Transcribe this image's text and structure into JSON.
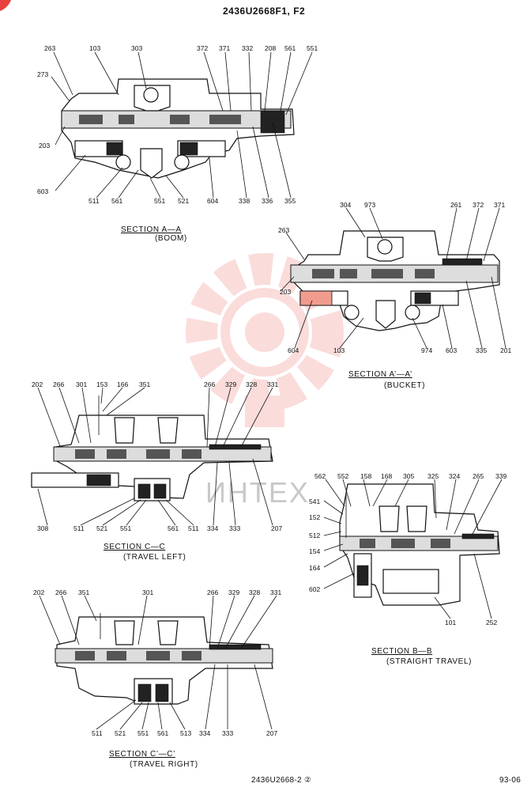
{
  "header": {
    "drawing_no": "2436U2668F1, F2"
  },
  "footer": {
    "drawing_ref": "2436U2668-2 ②",
    "page": "93-06"
  },
  "watermark": {
    "text": "ИНТЕХ",
    "color": "#e8433c"
  },
  "sections": {
    "aa": {
      "title": "SECTION  A—A",
      "subtitle": "(BOOM)",
      "callouts": [
        "263",
        "273",
        "203",
        "603",
        "511",
        "561",
        "551",
        "521",
        "604",
        "338",
        "336",
        "355",
        "103",
        "303",
        "372",
        "371",
        "332",
        "208",
        "561",
        "551"
      ]
    },
    "a1a1": {
      "title": "SECTION  A’—A’",
      "subtitle": "(BUCKET)",
      "callouts": [
        "263",
        "203",
        "604",
        "103",
        "974",
        "603",
        "335",
        "201",
        "304",
        "973",
        "261",
        "372",
        "371"
      ]
    },
    "cc": {
      "title": "SECTION  C—C",
      "subtitle": "(TRAVEL LEFT)",
      "callouts": [
        "202",
        "266",
        "301",
        "153",
        "166",
        "351",
        "308",
        "511",
        "521",
        "551",
        "561",
        "511",
        "334",
        "333",
        "207",
        "266",
        "329",
        "328",
        "331"
      ]
    },
    "bb": {
      "title": "SECTION  B—B",
      "subtitle": "(STRAIGHT TRAVEL)",
      "callouts": [
        "562",
        "552",
        "158",
        "168",
        "305",
        "325",
        "324",
        "265",
        "339",
        "541",
        "152",
        "512",
        "154",
        "164",
        "602",
        "101",
        "252"
      ]
    },
    "c1c1": {
      "title": "SECTION  C’—C’",
      "subtitle": "(TRAVEL RIGHT)",
      "callouts": [
        "202",
        "266",
        "351",
        "301",
        "266",
        "329",
        "328",
        "331",
        "511",
        "521",
        "551",
        "561",
        "513",
        "334",
        "333",
        "207"
      ]
    }
  }
}
